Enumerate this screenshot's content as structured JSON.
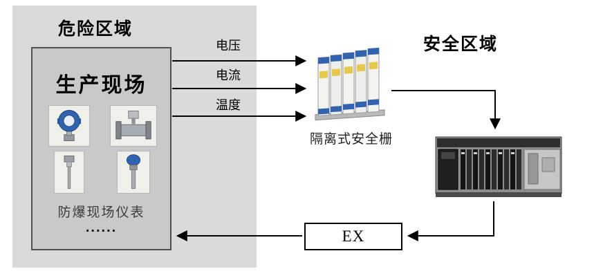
{
  "page": {
    "hazard_zone_title": "危险区域",
    "safe_zone_title": "安全区域"
  },
  "hazard_box": {
    "title": "生产现场",
    "instruments_caption": "防爆现场仪表",
    "ellipsis": "......",
    "instrument_images": [
      "pressure-transmitter",
      "flow-meter",
      "temperature-sensor",
      "level-probe"
    ]
  },
  "signals": [
    {
      "label": "电压"
    },
    {
      "label": "电流"
    },
    {
      "label": "温度"
    }
  ],
  "barrier": {
    "caption": "隔离式安全栅",
    "image": "safety-barrier-modules"
  },
  "plc": {
    "image": "plc-control-system"
  },
  "ex": {
    "label": "EX"
  },
  "colors": {
    "hazard_panel_bg": "#dadada",
    "hazard_box_bg": "#c9c9c9",
    "hazard_box_border": "#4f4f4f",
    "arrow": "#000000",
    "barrier_blue": "#2f63b0",
    "safe_area_bg": "#ffffff"
  }
}
